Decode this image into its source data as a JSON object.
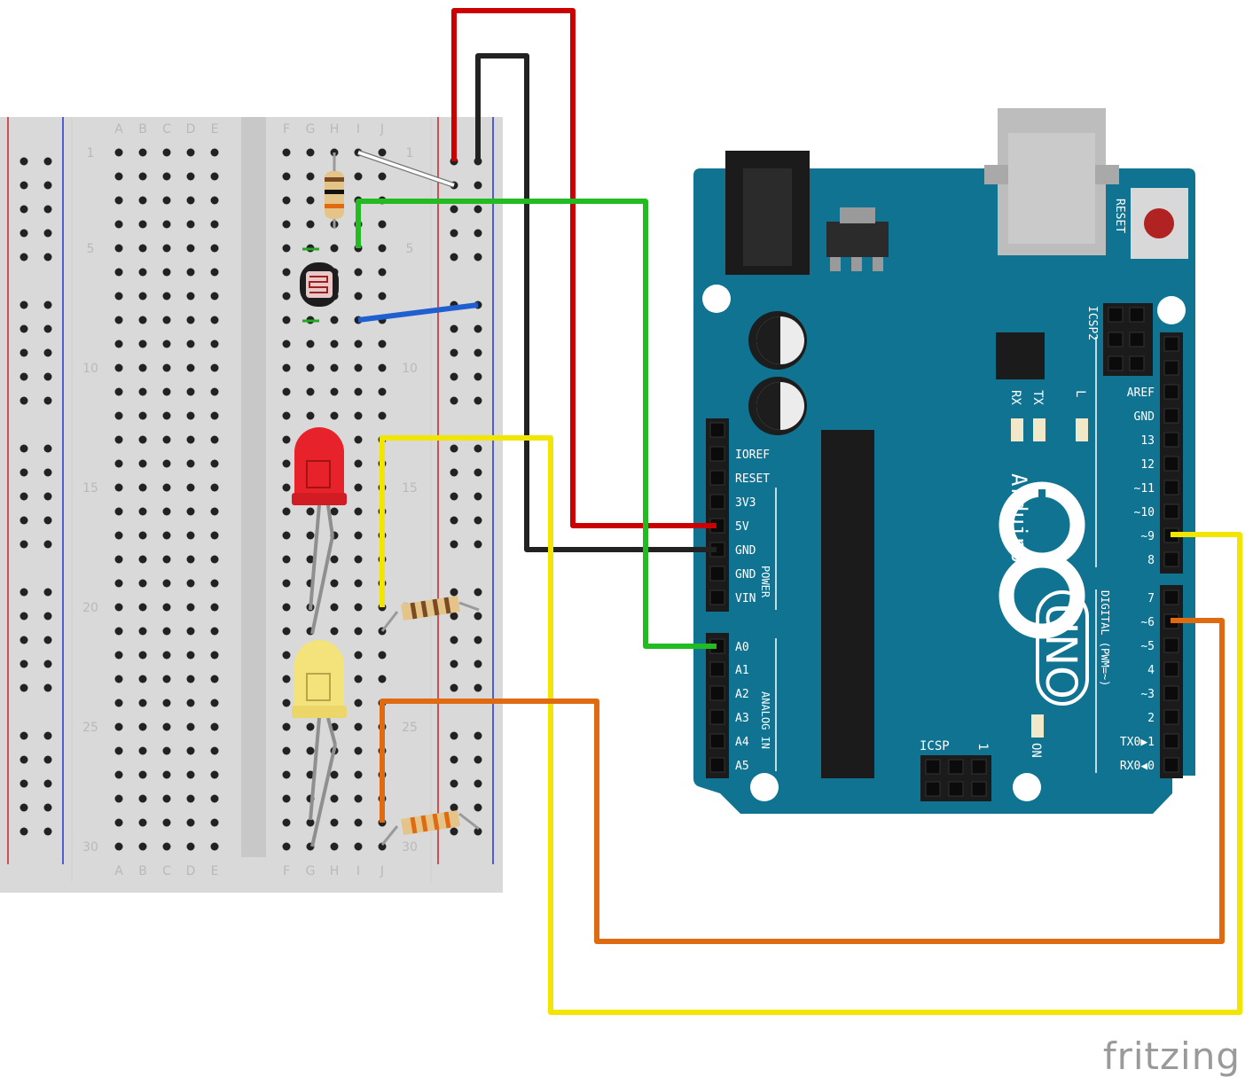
{
  "breadboard": {
    "col_letters_left": [
      "A",
      "B",
      "C",
      "D",
      "E"
    ],
    "col_letters_right": [
      "F",
      "G",
      "H",
      "I",
      "J"
    ],
    "row_numbers": [
      "1",
      "5",
      "10",
      "15",
      "20",
      "25",
      "30"
    ]
  },
  "arduino": {
    "brand": "Arduino",
    "model": "UNO",
    "reset_label": "RESET",
    "icsp_label": "ICSP",
    "icsp_pin1": "1",
    "icsp2_label": "ICSP2",
    "on_label": "ON",
    "led_labels": [
      "RX",
      "TX",
      "L"
    ],
    "power_header_title": "POWER",
    "analog_header_title": "ANALOG IN",
    "digital_header_title": "DIGITAL (PWM=~)",
    "power_pins": [
      "IOREF",
      "RESET",
      "3V3",
      "5V",
      "GND",
      "GND",
      "VIN"
    ],
    "analog_pins": [
      "A0",
      "A1",
      "A2",
      "A3",
      "A4",
      "A5"
    ],
    "digital_upper_pins": [
      "AREF",
      "GND",
      "13",
      "12",
      "~11",
      "~10",
      "~9",
      "8"
    ],
    "digital_lower_pins": [
      "7",
      "~6",
      "~5",
      "4",
      "~3",
      "2",
      "TX0▶1",
      "RX0◀0"
    ]
  },
  "wires": [
    {
      "from": "5V",
      "to": "breadboard +rail",
      "color": "#cc0000"
    },
    {
      "from": "GND",
      "to": "breadboard -rail",
      "color": "#222222"
    },
    {
      "from": "A0",
      "to": "photoresistor",
      "color": "#22bb22"
    },
    {
      "from": "~9",
      "to": "red LED resistor",
      "color": "#f2e600"
    },
    {
      "from": "~6",
      "to": "yellow LED resistor",
      "color": "#e06a10"
    }
  ],
  "footer": {
    "brand": "fritzing"
  }
}
